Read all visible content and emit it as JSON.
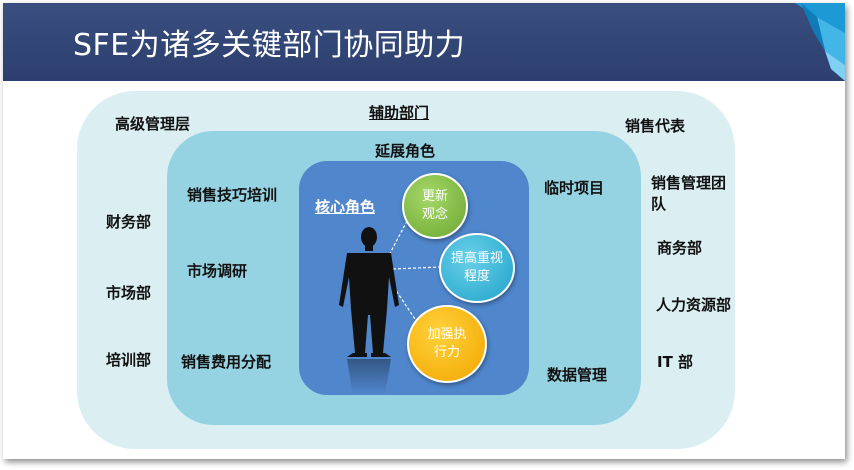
{
  "title": "SFE为诸多关键部门协同助力",
  "rings": {
    "outer_label": "辅助部门",
    "middle_label": "延展角色",
    "core_label": "核心角色"
  },
  "outer_left": [
    "高级管理层",
    "财务部",
    "市场部",
    "培训部"
  ],
  "outer_right": [
    "销售代表",
    "销售管理团队",
    "商务部",
    "人力资源部",
    "IT 部"
  ],
  "middle_left": [
    "销售技巧培训",
    "市场调研",
    "销售费用分配"
  ],
  "middle_right": [
    "临时项目",
    "数据管理"
  ],
  "bubbles": {
    "green": "更新观念",
    "cyan": "提高重视程度",
    "orange": "加强执行力"
  },
  "colors": {
    "header": "#2c3f6e",
    "outer": "#dbeff3",
    "middle": "#96d3e2",
    "core": "#4f86cc",
    "green": "#6aa72f",
    "cyan": "#1fa3c8",
    "orange": "#f2a500"
  },
  "icons": [
    "corner-ribbon-icon",
    "businessman-silhouette-icon"
  ]
}
